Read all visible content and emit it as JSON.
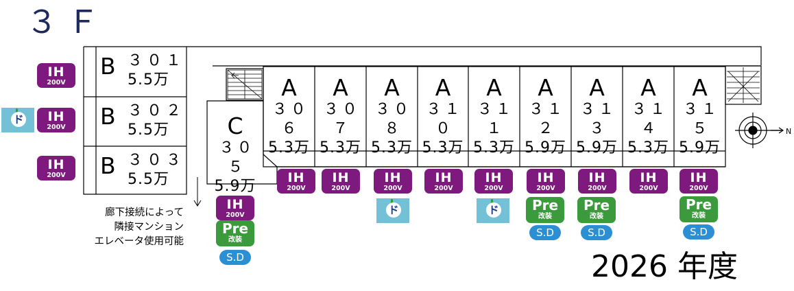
{
  "floor_label": "３Ｆ",
  "year_label": "2026 年度",
  "corridor_note": [
    "廊下接続によって",
    "隣接マンション",
    "エレベータ使用可能"
  ],
  "rooms": [
    {
      "id": "301",
      "type": "B",
      "number": "３０１",
      "rent": "5.5万"
    },
    {
      "id": "302",
      "type": "B",
      "number": "３０２",
      "rent": "5.5万"
    },
    {
      "id": "303",
      "type": "B",
      "number": "３０３",
      "rent": "5.5万"
    },
    {
      "id": "305",
      "type": "C",
      "number": "３０５",
      "rent": "5.9万"
    },
    {
      "id": "306",
      "type": "A",
      "number": "３０６",
      "rent": "5.3万"
    },
    {
      "id": "307",
      "type": "A",
      "number": "３０７",
      "rent": "5.3万"
    },
    {
      "id": "308",
      "type": "A",
      "number": "３０８",
      "rent": "5.3万"
    },
    {
      "id": "310",
      "type": "A",
      "number": "３１０",
      "rent": "5.3万"
    },
    {
      "id": "311",
      "type": "A",
      "number": "３１１",
      "rent": "5.3万"
    },
    {
      "id": "312",
      "type": "A",
      "number": "３１２",
      "rent": "5.9万"
    },
    {
      "id": "313",
      "type": "A",
      "number": "３１３",
      "rent": "5.9万"
    },
    {
      "id": "314",
      "type": "A",
      "number": "３１４",
      "rent": "5.3万"
    },
    {
      "id": "315",
      "type": "A",
      "number": "３１５",
      "rent": "5.9万"
    }
  ],
  "badges": {
    "ih_main": "IH",
    "ih_sub": "200V",
    "pre_main": "Pre",
    "pre_sub": "改装",
    "sd": "S.D",
    "door": "ド"
  },
  "compass_label": "N",
  "colors": {
    "ih": "#7e1a7e",
    "pre": "#3a9a3c",
    "sd": "#2c8fd4",
    "door": "#74c0d6",
    "title": "#1f2a5c"
  },
  "icons": {
    "stairs": "stairs-icon",
    "compass": "compass-icon",
    "door": "smart-door-icon"
  }
}
